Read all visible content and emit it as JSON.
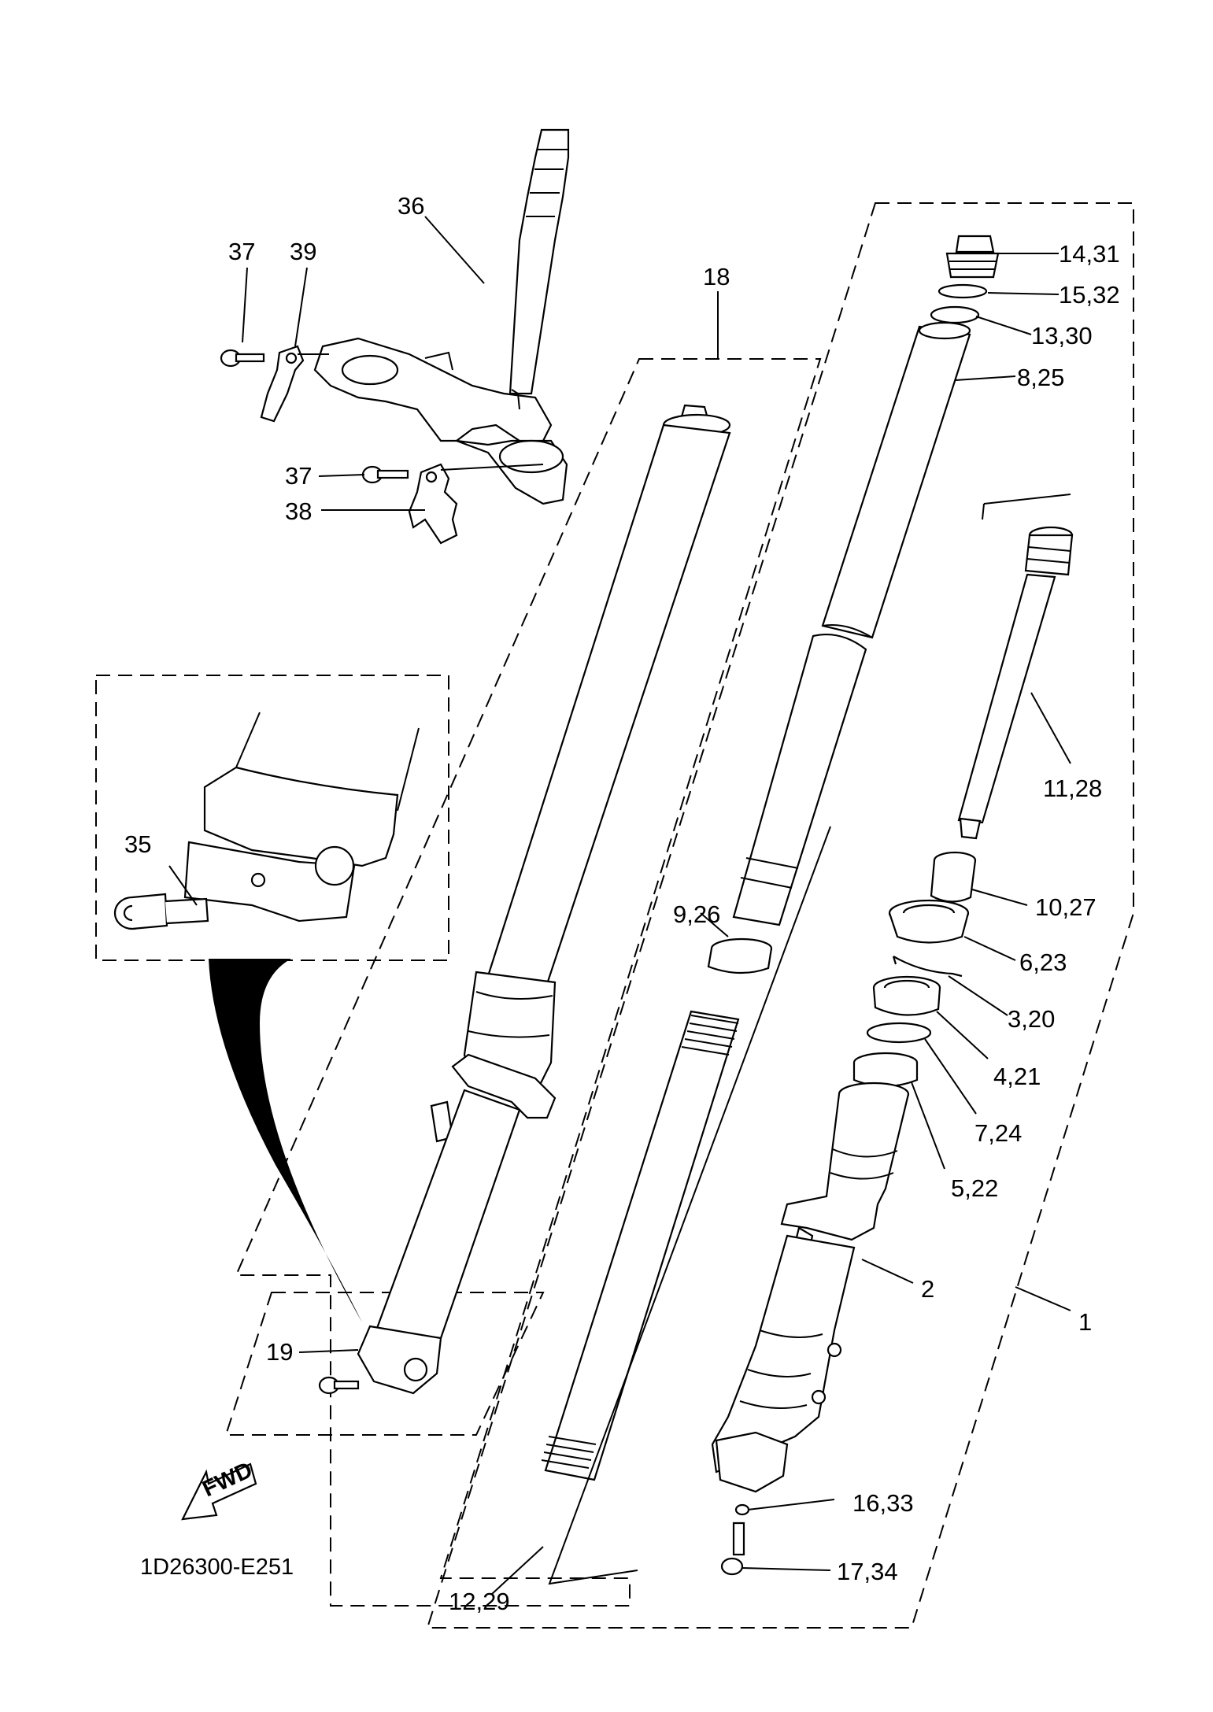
{
  "diagram": {
    "diagram_code": "1D26300-E251",
    "fwd_label": "FWD",
    "callouts": {
      "c1": "1",
      "c2": "2",
      "c3_20": "3,20",
      "c4_21": "4,21",
      "c5_22": "5,22",
      "c6_23": "6,23",
      "c7_24": "7,24",
      "c8_25": "8,25",
      "c9_26": "9,26",
      "c10_27": "10,27",
      "c11_28": "11,28",
      "c12_29": "12,29",
      "c13_30": "13,30",
      "c14_31": "14,31",
      "c15_32": "15,32",
      "c16_33": "16,33",
      "c17_34": "17,34",
      "c18": "18",
      "c19": "19",
      "c35": "35",
      "c36": "36",
      "c37a": "37",
      "c37b": "37",
      "c38": "38",
      "c39": "39"
    }
  }
}
